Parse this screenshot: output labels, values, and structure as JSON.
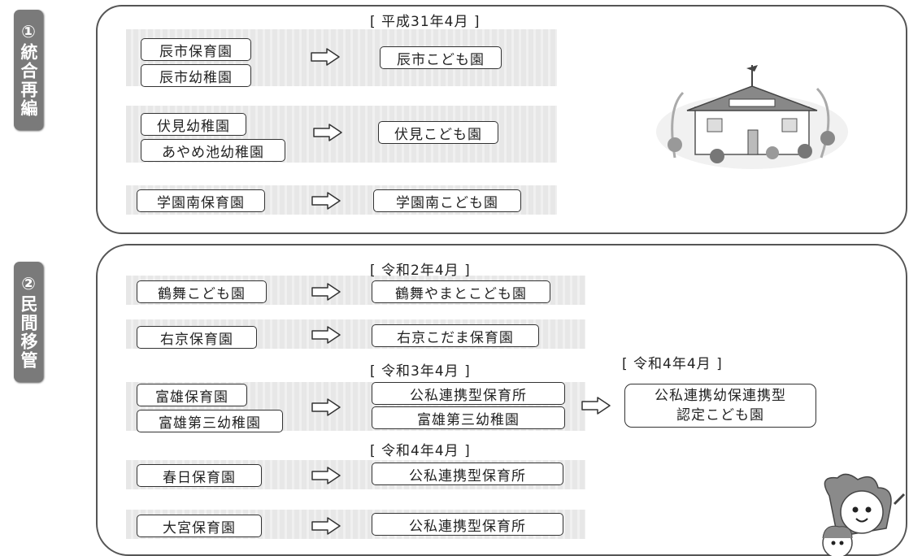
{
  "section1": {
    "tab_label": "①統合再編",
    "date": "[ 平成31年4月 ]",
    "rows": [
      {
        "from": [
          "辰市保育園",
          "辰市幼稚園"
        ],
        "to": "辰市こども園"
      },
      {
        "from": [
          "伏見幼稚園",
          "あやめ池幼稚園"
        ],
        "to": "伏見こども園"
      },
      {
        "from": [
          "学園南保育園"
        ],
        "to": "学園南こども園"
      }
    ]
  },
  "section2": {
    "tab_label": "②民間移管",
    "dates": [
      "[ 令和2年4月 ]",
      "[ 令和3年4月 ]",
      "[ 令和4年4月 ]",
      "[ 令和4年4月 ]"
    ],
    "rows": [
      {
        "from": [
          "鶴舞こども園"
        ],
        "to": [
          "鶴舞やまとこども園"
        ]
      },
      {
        "from": [
          "右京保育園"
        ],
        "to": [
          "右京こだま保育園"
        ]
      },
      {
        "from": [
          "富雄保育園",
          "富雄第三幼稚園"
        ],
        "to": [
          "公私連携型保育所",
          "富雄第三幼稚園"
        ]
      },
      {
        "from": [
          "春日保育園"
        ],
        "to": [
          "公私連携型保育所"
        ]
      },
      {
        "from": [
          "大宮保育園"
        ],
        "to": [
          "公私連携型保育所"
        ]
      }
    ],
    "final": {
      "line1": "公私連携幼保連携型",
      "line2": "認定こども園"
    }
  },
  "colors": {
    "border": "#555555",
    "tab": "#7a7a7a",
    "band": "#e7e7e7"
  },
  "icons": [
    "right-arrow-icon",
    "school-illustration",
    "mascot-illustration"
  ]
}
